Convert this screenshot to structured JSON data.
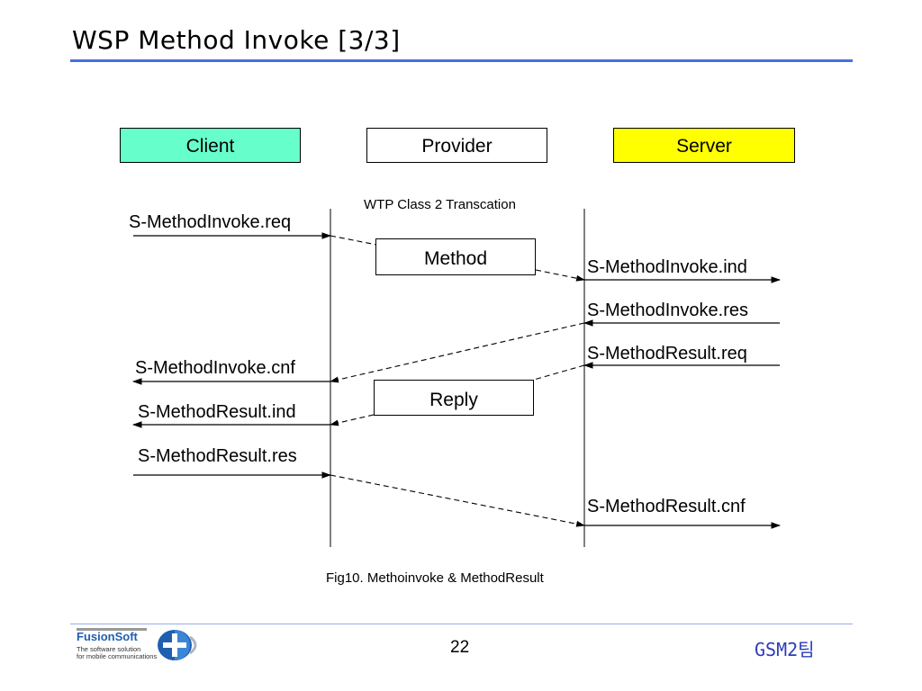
{
  "slide": {
    "title": "WSP Method Invoke [3/3]",
    "page_number": "22",
    "team": "GSM2팀"
  },
  "logo": {
    "name": "FusionSoft",
    "tagline_1": "The software solution",
    "tagline_2": "for mobile communications"
  },
  "colors": {
    "title_rule": "#4a6fdc",
    "client": "#66ffcc",
    "server": "#ffff00",
    "team_text": "#2b3db8"
  },
  "diagram": {
    "actors": {
      "client": "Client",
      "provider": "Provider",
      "server": "Server"
    },
    "transaction_label": "WTP Class 2 Transcation",
    "boxes": {
      "method": "Method",
      "reply": "Reply"
    },
    "client_primitives": {
      "invoke_req": "S-MethodInvoke.req",
      "invoke_cnf": "S-MethodInvoke.cnf",
      "result_ind": "S-MethodResult.ind",
      "result_res": "S-MethodResult.res"
    },
    "server_primitives": {
      "invoke_ind": "S-MethodInvoke.ind",
      "invoke_res": "S-MethodInvoke.res",
      "result_req": "S-MethodResult.req",
      "result_cnf": "S-MethodResult.cnf"
    },
    "caption": "Fig10. Methoinvoke & MethodResult"
  }
}
